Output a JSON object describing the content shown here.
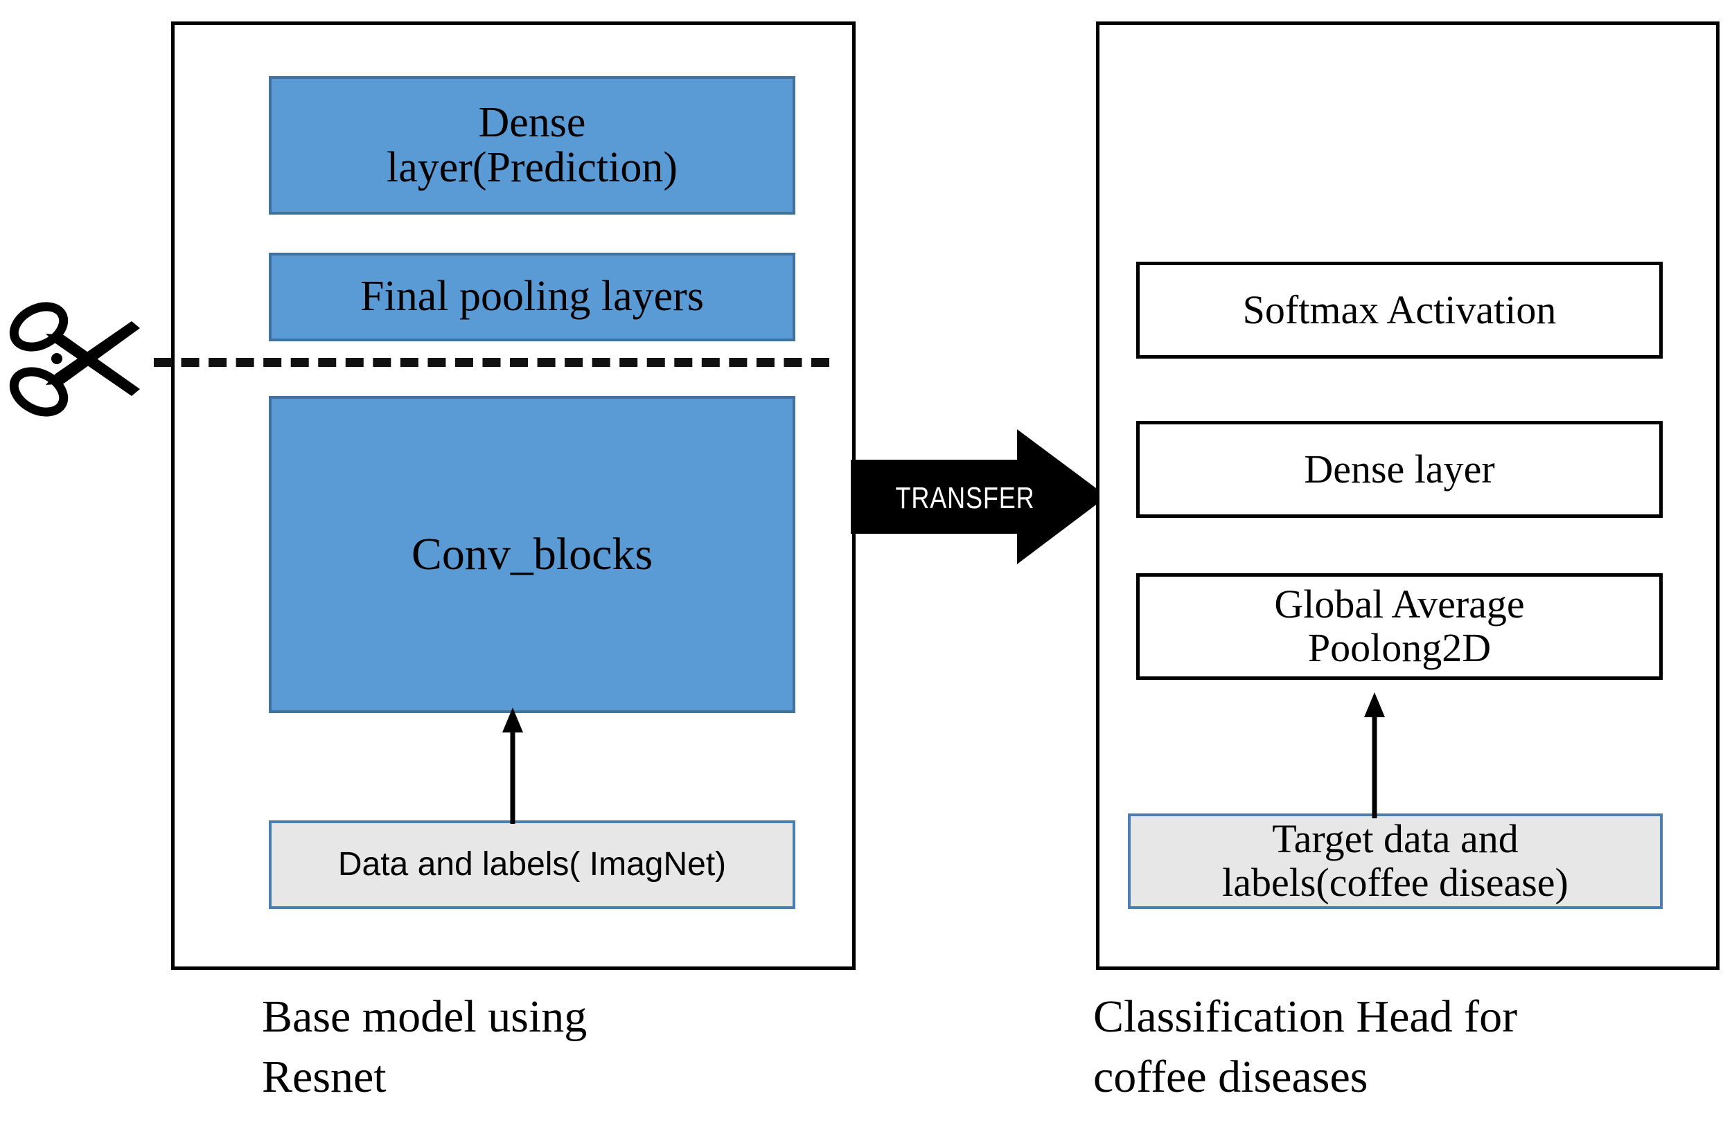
{
  "diagram": {
    "title": "Transfer learning from a ResNet base model to a coffee-disease classification head",
    "colors": {
      "blue_fill": "#5B9BD5",
      "blue_border": "#41719C",
      "grey_fill": "#E7E7E7",
      "grey_border": "#4B7EB0",
      "outline_border": "#000000",
      "arrow_fill": "#000000",
      "arrow_text": "#FFFFFF",
      "background": "#FFFFFF"
    }
  },
  "base_model_panel": {
    "caption": "Base model using\nResnet",
    "layers": [
      {
        "id": "dense-prediction",
        "label": "Dense\nlayer(Prediction)",
        "style": "blue"
      },
      {
        "id": "final-pooling",
        "label": "Final pooling layers",
        "style": "blue"
      },
      {
        "id": "conv-blocks",
        "label": "Conv_blocks",
        "style": "blue"
      }
    ],
    "data_source": {
      "id": "data-imagnet",
      "label": "Data and labels( ImagNet)",
      "style": "grey"
    }
  },
  "classification_head_panel": {
    "caption": "Classification Head for\ncoffee diseases",
    "layers": [
      {
        "id": "softmax-activation",
        "label": "Softmax Activation",
        "style": "outline"
      },
      {
        "id": "dense-layer",
        "label": "Dense layer",
        "style": "outline"
      },
      {
        "id": "global-avg-pool",
        "label": "Global Average\nPoolong2D",
        "style": "outline"
      }
    ],
    "data_source": {
      "id": "target-data",
      "label": "Target data and\nlabels(coffee disease)",
      "style": "grey"
    }
  },
  "connector": {
    "transfer_label": "TRANSFER",
    "cut_marker_icon": "scissors-icon",
    "cut_line_style": "dashed"
  }
}
